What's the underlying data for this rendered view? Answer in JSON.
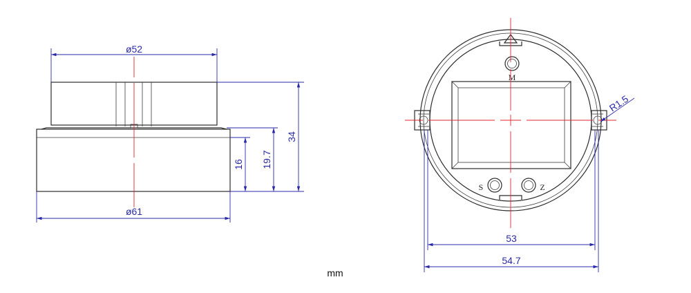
{
  "dimensions": {
    "side_top_diameter": "ø52",
    "side_base_diameter": "ø61",
    "height_base": "16",
    "height_mid": "19.7",
    "height_total": "34",
    "front_width_inner": "53",
    "front_width_outer": "54.7",
    "corner_radius": "R1.5"
  },
  "labels": {
    "top_button": "M",
    "left_button": "S",
    "right_button": "Z"
  },
  "units": "mm",
  "colors": {
    "dimension": "#2a2aa8",
    "centerline": "#e0262e",
    "outline": "#2b2b2b"
  }
}
